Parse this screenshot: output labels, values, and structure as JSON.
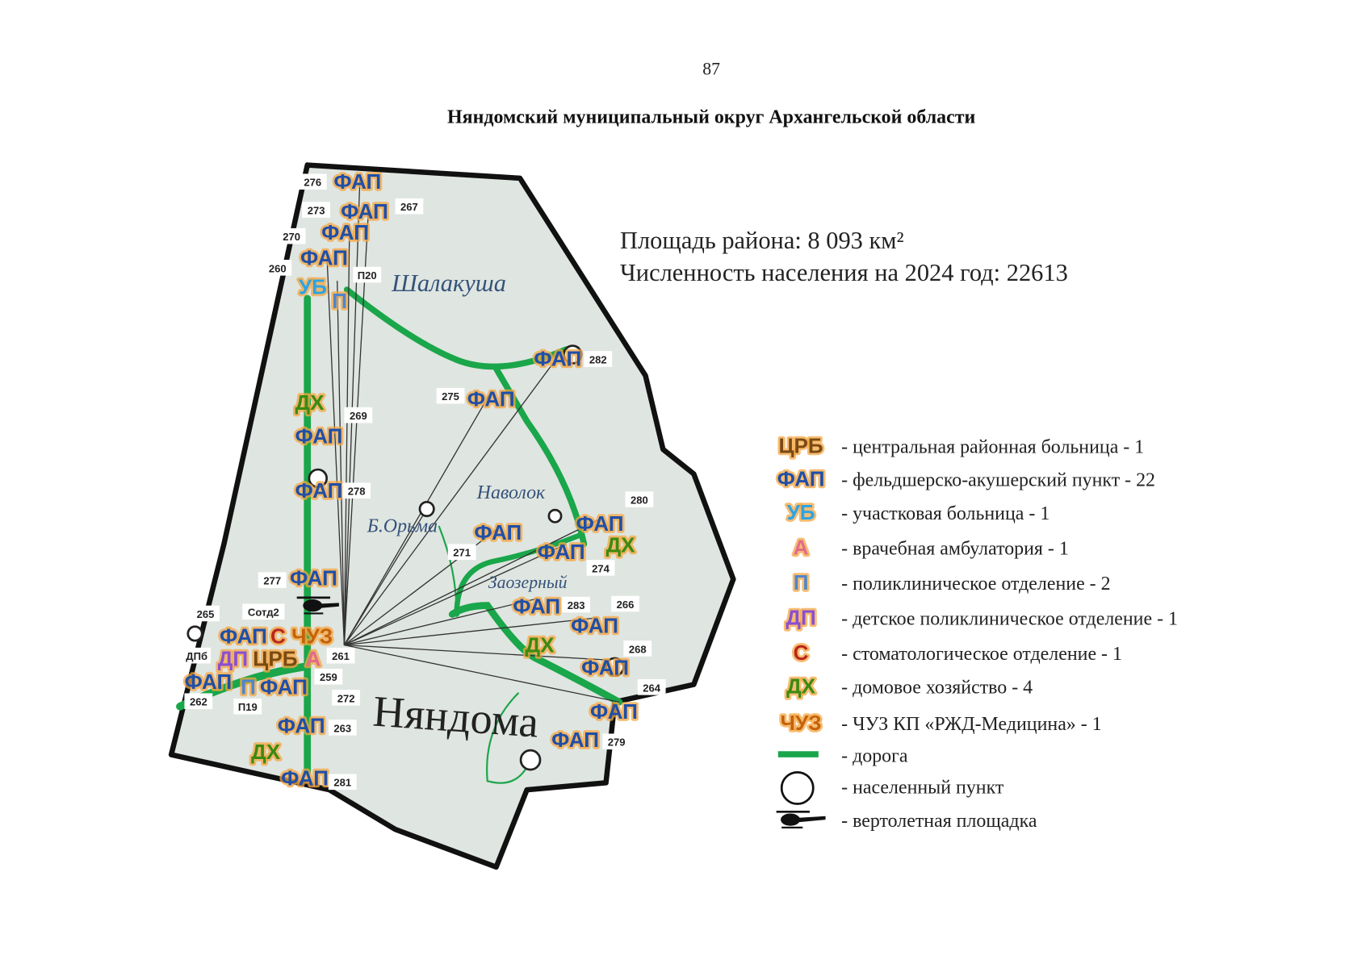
{
  "page_number": "87",
  "title": "Няндомский муниципальный округ Архангельской области",
  "info": {
    "area": "Площадь района: 8 093 км²",
    "population": "Численность населения на 2024 год: 22613"
  },
  "colors": {
    "map_fill": "#dfe5e0",
    "border": "#111111",
    "road": "#1aa64a",
    "fap": "#1f4fa8",
    "ub": "#2aa4e6",
    "p": "#4f86c9",
    "dp": "#8a4fd0",
    "crb": "#7a4a12",
    "a": "#e06b8a",
    "s": "#b8281e",
    "dh": "#3a8a12",
    "chuz": "#c4620c",
    "glow": "#f5a640"
  },
  "places": {
    "shalakusha": "Шалакуша",
    "navolok": "Наволок",
    "b_orma": "Б.Орьма",
    "zaozerny": "Заозерный",
    "nyandoma": "Няндома"
  },
  "markers": [
    {
      "type": "ФАП",
      "kind": "fap",
      "code": "276"
    },
    {
      "type": "ФАП",
      "kind": "fap",
      "code": "267"
    },
    {
      "type": "ФАП",
      "kind": "fap",
      "code": "273"
    },
    {
      "type": "ФАП",
      "kind": "fap",
      "code": "270"
    },
    {
      "type": "УБ",
      "kind": "ub",
      "code": "260"
    },
    {
      "type": "П",
      "kind": "p",
      "code": "П20"
    },
    {
      "type": "ФАП",
      "kind": "fap",
      "code": "282"
    },
    {
      "type": "ФАП",
      "kind": "fap",
      "code": "275"
    },
    {
      "type": "ДХ",
      "kind": "dh",
      "code": ""
    },
    {
      "type": "ФАП",
      "kind": "fap",
      "code": "269"
    },
    {
      "type": "ФАП",
      "kind": "fap",
      "code": "278"
    },
    {
      "type": "ФАП",
      "kind": "fap",
      "code": "280"
    },
    {
      "type": "ФАП",
      "kind": "fap",
      "code": "271"
    },
    {
      "type": "ФАП",
      "kind": "fap",
      "code": "274"
    },
    {
      "type": "ДХ",
      "kind": "dh",
      "code": ""
    },
    {
      "type": "ФАП",
      "kind": "fap",
      "code": "277"
    },
    {
      "type": "ФАП",
      "kind": "fap",
      "code": "283"
    },
    {
      "type": "ФАП",
      "kind": "fap",
      "code": "266"
    },
    {
      "type": "С",
      "kind": "s",
      "code": "Сотд2"
    },
    {
      "type": "ЧУЗ",
      "kind": "chuz",
      "code": ""
    },
    {
      "type": "А",
      "kind": "a",
      "code": "261"
    },
    {
      "type": "ФАП",
      "kind": "fap",
      "code": "265"
    },
    {
      "type": "ДП",
      "kind": "dp",
      "code": "ДПб"
    },
    {
      "type": "ЦРБ",
      "kind": "crb",
      "code": "259"
    },
    {
      "type": "ФАП",
      "kind": "fap",
      "code": "262"
    },
    {
      "type": "П",
      "kind": "p",
      "code": "П19"
    },
    {
      "type": "ФАП",
      "kind": "fap",
      "code": "272"
    },
    {
      "type": "ДХ",
      "kind": "dh",
      "code": ""
    },
    {
      "type": "ФАП",
      "kind": "fap",
      "code": "268"
    },
    {
      "type": "ФАП",
      "kind": "fap",
      "code": "264"
    },
    {
      "type": "ФАП",
      "kind": "fap",
      "code": "263"
    },
    {
      "type": "ДХ",
      "kind": "dh",
      "code": ""
    },
    {
      "type": "ФАП",
      "kind": "fap",
      "code": "279"
    },
    {
      "type": "ФАП",
      "kind": "fap",
      "code": "281"
    }
  ],
  "legend": [
    {
      "symbol": "ЦРБ",
      "kind": "crb",
      "text": "-  центральная районная больница - 1"
    },
    {
      "symbol": "ФАП",
      "kind": "fap",
      "text": "-  фельдшерско-акушерский пункт - 22"
    },
    {
      "symbol": "УБ",
      "kind": "ub",
      "text": "-  участковая больница - 1"
    },
    {
      "symbol": "А",
      "kind": "a",
      "text": "-  врачебная амбулатория - 1"
    },
    {
      "symbol": "П",
      "kind": "p",
      "text": "-  поликлиническое отделение  - 2"
    },
    {
      "symbol": "ДП",
      "kind": "dp",
      "text": "-  детское поликлиническое отделение - 1"
    },
    {
      "symbol": "С",
      "kind": "s",
      "text": "-  стоматологическое отделение - 1"
    },
    {
      "symbol": "ДХ",
      "kind": "dh",
      "text": "-   домовое хозяйство - 4"
    },
    {
      "symbol": "ЧУЗ",
      "kind": "chuz",
      "text": "-  ЧУЗ КП «РЖД-Медицина» - 1"
    },
    {
      "symbol": "",
      "kind": "road",
      "text": "- дорога"
    },
    {
      "symbol": "",
      "kind": "settlement",
      "text": "- населенный пункт"
    },
    {
      "symbol": "",
      "kind": "helipad",
      "text": "- вертолетная площадка"
    }
  ]
}
